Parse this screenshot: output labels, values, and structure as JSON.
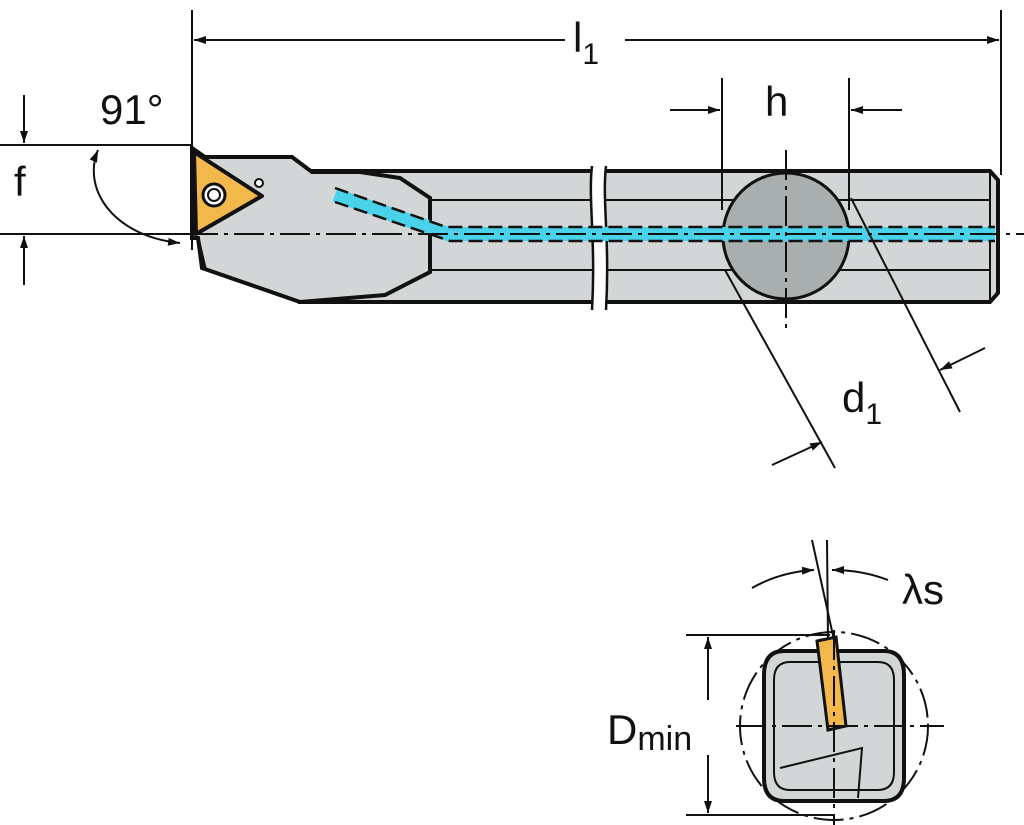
{
  "labels": {
    "l": "l",
    "l_sub": "1",
    "angle": "91°",
    "f": "f",
    "h": "h",
    "d": "d",
    "d_sub": "1",
    "lambda_s": "λs",
    "D": "D",
    "D_sub": "min"
  },
  "colors": {
    "body": "#d3d6d6",
    "section": "#a9aeaf",
    "insert": "#f2b84b",
    "coolant": "#49d2ea",
    "outline": "#111111",
    "dim": "#1a1a1a"
  }
}
